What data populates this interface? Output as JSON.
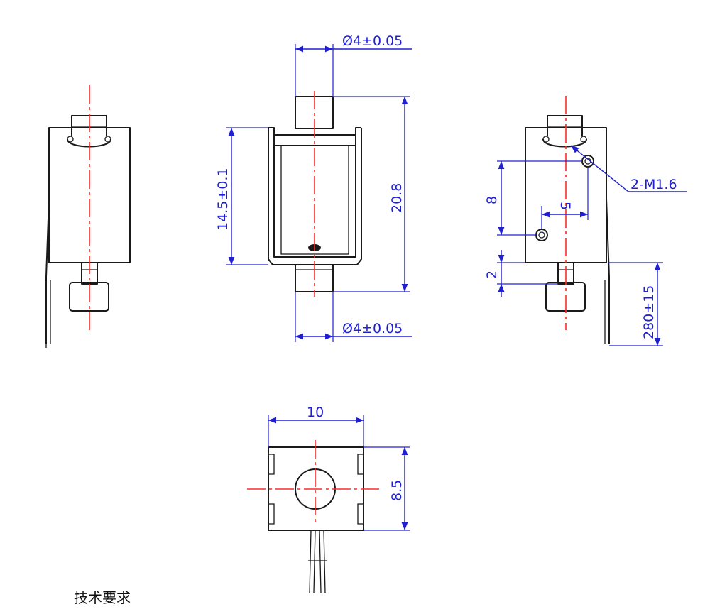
{
  "dimensions": {
    "plunger_dia_top": "Ø4±0.05",
    "plunger_dia_bottom": "Ø4±0.05",
    "frame_height": "14.5±0.1",
    "overall_length": "20.8",
    "mount_hole_pitch_v": "8",
    "mount_hole_pitch_h": "5",
    "mount_holes": "2-M1.6",
    "plunger_offset": "2",
    "lead_length": "280±15",
    "body_width": "10",
    "body_depth": "8.5"
  },
  "notes": {
    "technical_requirements": "技术要求"
  },
  "colors": {
    "outline": "#1a1a1a",
    "dimension": "#2020d0",
    "centerline": "#ff2a2a"
  }
}
